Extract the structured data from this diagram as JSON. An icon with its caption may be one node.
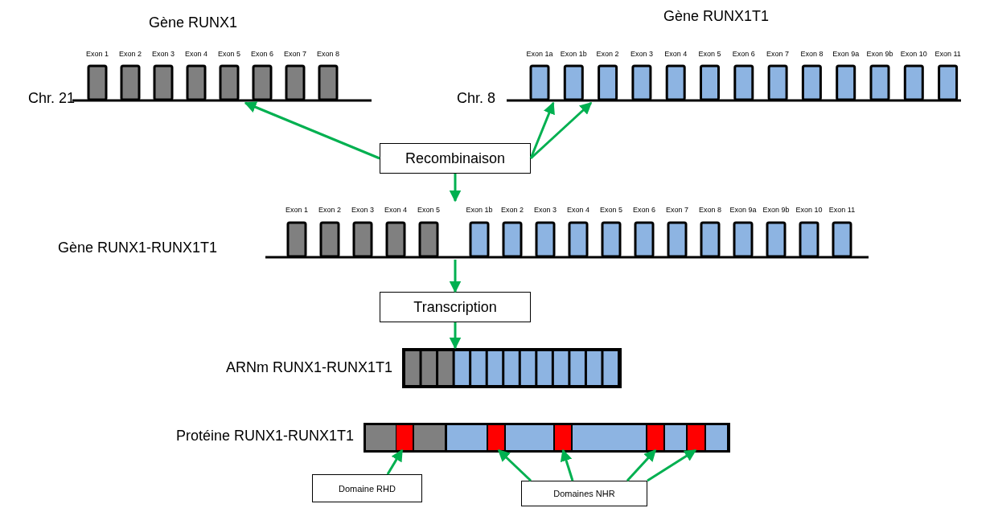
{
  "diagram": {
    "nodes": [
      {
        "text": [
          "Gène RUNX1",
          "Exon 1",
          "Exon 2",
          "Exon 3",
          "Exon 4",
          "Exon 5",
          "Exon 6",
          "Exon 7",
          "Exon 8"
        ],
        "beside": [
          "Chr. 21"
        ]
      },
      {
        "text": [
          "Gène RUNX1T1",
          "Exon 1a",
          "Exon 1b",
          "Exon 2",
          "Exon 3",
          "Exon 4",
          "Exon 5",
          "Exon 6",
          "Exon 7",
          "Exon 8",
          "Exon 9a",
          "Exon 9b",
          "Exon 10",
          "Exon 11"
        ],
        "beside": [
          "Chr. 8"
        ]
      },
      {
        "text": [
          "Recombinaison"
        ]
      },
      {
        "text": [
          "Gène RUNX1-RUNX1T1",
          "Exon 1",
          "Exon 2",
          "Exon 3",
          "Exon 4",
          "Exon 5",
          "Exon 1b",
          "Exon 2",
          "Exon 3",
          "Exon 4",
          "Exon 5",
          "Exon 6",
          "Exon 7",
          "Exon 8",
          "Exon 9a",
          "Exon 9b",
          "Exon 10",
          "Exon 11"
        ]
      },
      {
        "text": [
          "Transcription"
        ]
      },
      {
        "text": [],
        "shape": "bar",
        "beside": [
          "ARNm RUNX1-RUNX1T1"
        ]
      },
      {
        "text": [],
        "shape": "bar",
        "beside": [
          "Protéine RUNX1-RUNX1T1"
        ]
      },
      {
        "text": [],
        "shape": "box",
        "in": 6
      },
      {
        "text": [],
        "shape": "box",
        "in": 6
      },
      {
        "text": [],
        "shape": "box",
        "in": 6
      },
      {
        "text": [],
        "shape": "box",
        "in": 6
      },
      {
        "text": [],
        "shape": "box",
        "in": 6
      },
      {
        "text": [
          "Domaine RHD"
        ]
      },
      {
        "text": [
          "Domaines NHR"
        ]
      }
    ],
    "edges": [
      {
        "from": 2,
        "to": 0,
        "arrow": "to"
      },
      {
        "from": 2,
        "to": 1,
        "arrow": "to"
      },
      {
        "from": 2,
        "to": 1,
        "arrow": "to"
      },
      {
        "from": 2,
        "to": 3,
        "arrow": "to"
      },
      {
        "from": 3,
        "to": 4,
        "arrow": "to"
      },
      {
        "from": 4,
        "to": 5,
        "arrow": "to"
      },
      {
        "from": 12,
        "to": 7,
        "arrow": "to"
      },
      {
        "from": 13,
        "to": 8,
        "arrow": "to"
      },
      {
        "from": 13,
        "to": 9,
        "arrow": "to"
      },
      {
        "from": 13,
        "to": 10,
        "arrow": "to"
      },
      {
        "from": 13,
        "to": 11,
        "arrow": "to"
      }
    ]
  }
}
